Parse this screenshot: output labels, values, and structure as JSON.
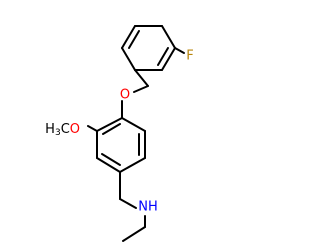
{
  "molecule": {
    "atoms": {
      "fluorine": {
        "label": "F",
        "color": "#b8860b"
      },
      "ether_oxygen": {
        "label": "O",
        "color": "#ff0000"
      },
      "methoxy": {
        "label": "H3CO",
        "color": "#000000",
        "oxygen_color": "#ff0000"
      },
      "amine": {
        "label": "NH",
        "color": "#0000ff"
      }
    },
    "bond_color": "#000000",
    "background": "#ffffff"
  }
}
